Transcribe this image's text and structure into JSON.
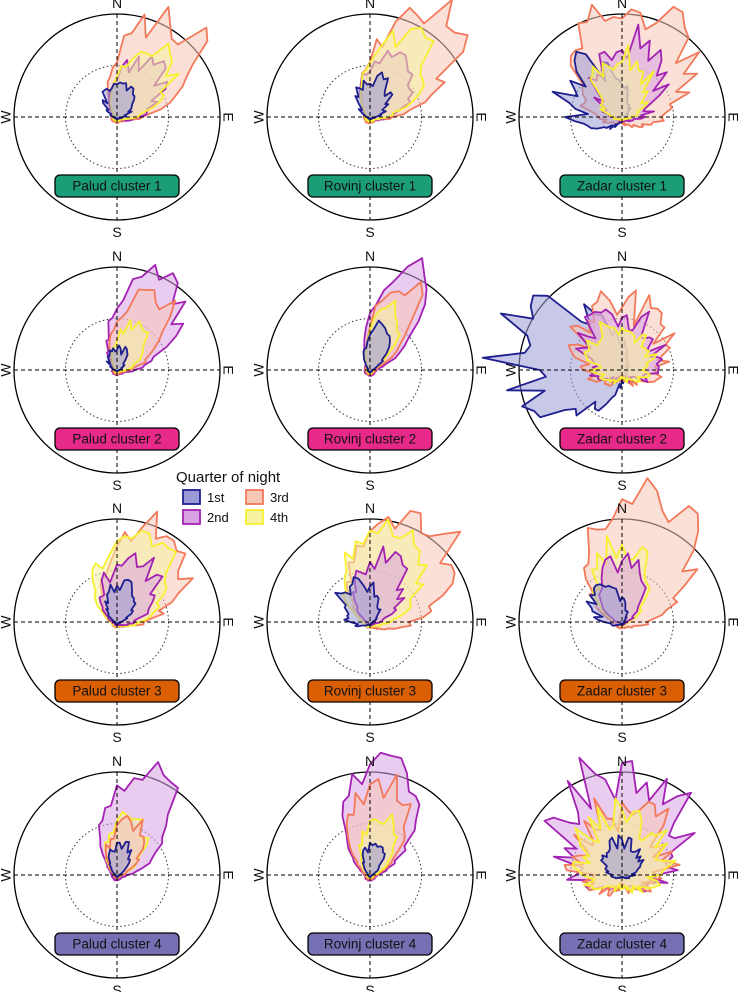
{
  "chart_data": {
    "type": "radar",
    "compass": {
      "north": "N",
      "east": "E",
      "south": "S",
      "west": "W"
    },
    "legend": {
      "title": "Quarter of night",
      "entries": [
        {
          "label": "1st",
          "stroke": "#1f1f8f",
          "fill": "#9a9ad6"
        },
        {
          "label": "2nd",
          "stroke": "#a322b3",
          "fill": "#d9a2e3"
        },
        {
          "label": "3rd",
          "stroke": "#f2795a",
          "fill": "#f7c7b6"
        },
        {
          "label": "4th",
          "stroke": "#f7f02e",
          "fill": "#f6f2a0"
        }
      ]
    },
    "cluster_colors": {
      "1": "#1b9e77",
      "2": "#e7298a",
      "3": "#d95f02",
      "4": "#7570b3"
    },
    "panels": [
      {
        "title": "Palud cluster 1",
        "cluster": 1,
        "series": {
          "3rd": {
            "dir": 35,
            "spread": 30,
            "len": 1.05,
            "jag": 0.18
          },
          "2nd": {
            "dir": 35,
            "spread": 35,
            "len": 0.6,
            "jag": 0.2
          },
          "4th": {
            "dir": 35,
            "spread": 30,
            "len": 0.75,
            "jag": 0.15
          },
          "1st": {
            "dir": 10,
            "spread": 40,
            "len": 0.35,
            "jag": 0.25
          }
        }
      },
      {
        "title": "Rovinj cluster 1",
        "cluster": 1,
        "series": {
          "3rd": {
            "dir": 35,
            "spread": 28,
            "len": 1.15,
            "jag": 0.18
          },
          "2nd": {
            "dir": 30,
            "spread": 35,
            "len": 0.65,
            "jag": 0.2
          },
          "4th": {
            "dir": 30,
            "spread": 30,
            "len": 0.85,
            "jag": 0.15
          },
          "1st": {
            "dir": 10,
            "spread": 40,
            "len": 0.35,
            "jag": 0.25
          }
        }
      },
      {
        "title": "Zadar cluster 1",
        "cluster": 1,
        "series": {
          "3rd": {
            "dir": 10,
            "spread": 55,
            "len": 1.0,
            "jag": 0.2
          },
          "1st": {
            "dir": -50,
            "spread": 45,
            "len": 0.6,
            "jag": 0.3
          },
          "2nd": {
            "dir": 10,
            "spread": 45,
            "len": 0.7,
            "jag": 0.3
          },
          "4th": {
            "dir": 0,
            "spread": 45,
            "len": 0.55,
            "jag": 0.25
          }
        }
      },
      {
        "title": "Palud cluster 2",
        "cluster": 2,
        "series": {
          "2nd": {
            "dir": 30,
            "spread": 30,
            "len": 0.95,
            "jag": 0.15
          },
          "3rd": {
            "dir": 30,
            "spread": 28,
            "len": 0.8,
            "jag": 0.15
          },
          "4th": {
            "dir": 30,
            "spread": 30,
            "len": 0.45,
            "jag": 0.2
          },
          "1st": {
            "dir": 0,
            "spread": 40,
            "len": 0.2,
            "jag": 0.3
          }
        }
      },
      {
        "title": "Rovinj cluster 2",
        "cluster": 2,
        "series": {
          "2nd": {
            "dir": 25,
            "spread": 22,
            "len": 1.0,
            "jag": 0.15
          },
          "3rd": {
            "dir": 25,
            "spread": 20,
            "len": 0.85,
            "jag": 0.15
          },
          "4th": {
            "dir": 20,
            "spread": 20,
            "len": 0.6,
            "jag": 0.15
          },
          "1st": {
            "dir": 15,
            "spread": 25,
            "len": 0.4,
            "jag": 0.2
          }
        }
      },
      {
        "title": "Zadar cluster 2",
        "cluster": 2,
        "series": {
          "1st": {
            "dir": -80,
            "spread": 45,
            "len": 1.05,
            "jag": 0.3
          },
          "3rd": {
            "dir": 0,
            "spread": 80,
            "len": 0.6,
            "jag": 0.3
          },
          "2nd": {
            "dir": 0,
            "spread": 80,
            "len": 0.5,
            "jag": 0.35
          },
          "4th": {
            "dir": 0,
            "spread": 90,
            "len": 0.4,
            "jag": 0.3
          }
        }
      },
      {
        "title": "Palud cluster 3",
        "cluster": 3,
        "series": {
          "3rd": {
            "dir": 30,
            "spread": 35,
            "len": 1.0,
            "jag": 0.15
          },
          "4th": {
            "dir": 20,
            "spread": 40,
            "len": 0.85,
            "jag": 0.15
          },
          "2nd": {
            "dir": 20,
            "spread": 40,
            "len": 0.6,
            "jag": 0.2
          },
          "1st": {
            "dir": 10,
            "spread": 35,
            "len": 0.35,
            "jag": 0.2
          }
        }
      },
      {
        "title": "Rovinj cluster 3",
        "cluster": 3,
        "series": {
          "3rd": {
            "dir": 30,
            "spread": 40,
            "len": 1.1,
            "jag": 0.15
          },
          "4th": {
            "dir": 15,
            "spread": 40,
            "len": 0.9,
            "jag": 0.15
          },
          "2nd": {
            "dir": 15,
            "spread": 35,
            "len": 0.6,
            "jag": 0.2
          },
          "1st": {
            "dir": -30,
            "spread": 45,
            "len": 0.4,
            "jag": 0.25
          }
        }
      },
      {
        "title": "Zadar cluster 3",
        "cluster": 3,
        "series": {
          "3rd": {
            "dir": 15,
            "spread": 40,
            "len": 1.2,
            "jag": 0.15
          },
          "4th": {
            "dir": 0,
            "spread": 35,
            "len": 0.7,
            "jag": 0.2
          },
          "2nd": {
            "dir": 0,
            "spread": 35,
            "len": 0.55,
            "jag": 0.2
          },
          "1st": {
            "dir": -40,
            "spread": 40,
            "len": 0.35,
            "jag": 0.25
          }
        }
      },
      {
        "title": "Palud cluster 4",
        "cluster": 4,
        "series": {
          "2nd": {
            "dir": 20,
            "spread": 30,
            "len": 1.0,
            "jag": 0.15
          },
          "4th": {
            "dir": 15,
            "spread": 30,
            "len": 0.55,
            "jag": 0.15
          },
          "3rd": {
            "dir": 15,
            "spread": 30,
            "len": 0.5,
            "jag": 0.2
          },
          "1st": {
            "dir": 10,
            "spread": 30,
            "len": 0.3,
            "jag": 0.2
          }
        }
      },
      {
        "title": "Rovinj cluster 4",
        "cluster": 4,
        "series": {
          "2nd": {
            "dir": 10,
            "spread": 30,
            "len": 1.05,
            "jag": 0.12
          },
          "3rd": {
            "dir": 10,
            "spread": 30,
            "len": 0.85,
            "jag": 0.15
          },
          "4th": {
            "dir": 15,
            "spread": 28,
            "len": 0.55,
            "jag": 0.15
          },
          "1st": {
            "dir": 10,
            "spread": 28,
            "len": 0.3,
            "jag": 0.2
          }
        }
      },
      {
        "title": "Zadar cluster 4",
        "cluster": 4,
        "series": {
          "2nd": {
            "dir": 0,
            "spread": 70,
            "len": 0.95,
            "jag": 0.3
          },
          "3rd": {
            "dir": 0,
            "spread": 90,
            "len": 0.6,
            "jag": 0.35
          },
          "4th": {
            "dir": 0,
            "spread": 90,
            "len": 0.55,
            "jag": 0.3
          },
          "1st": {
            "dir": 0,
            "spread": 60,
            "len": 0.3,
            "jag": 0.25
          }
        }
      }
    ]
  }
}
